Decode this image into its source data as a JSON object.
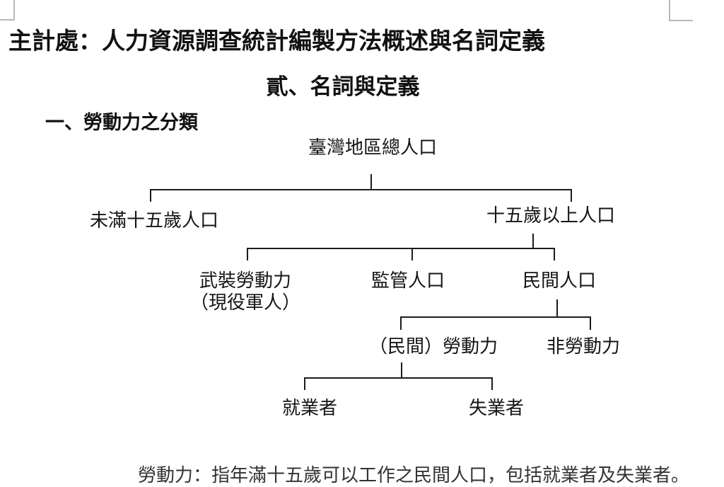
{
  "page": {
    "title": "主計處：人力資源調查統計編製方法概述與名詞定義",
    "subtitle": "貳、名詞與定義",
    "section_heading": "一、勞動力之分類"
  },
  "diagram": {
    "type": "tree",
    "nodes": [
      {
        "id": "total-population",
        "label": "臺灣地區總人口"
      },
      {
        "id": "under-15",
        "label": "未滿十五歲人口"
      },
      {
        "id": "over-15",
        "label": "十五歲以上人口"
      },
      {
        "id": "armed-forces",
        "label": "武裝勞動力",
        "label2": "（現役軍人）"
      },
      {
        "id": "institutional",
        "label": "監管人口"
      },
      {
        "id": "civilian",
        "label": "民間人口"
      },
      {
        "id": "labor-force",
        "label": "（民間）勞動力"
      },
      {
        "id": "non-labor-force",
        "label": "非勞動力"
      },
      {
        "id": "employed",
        "label": "就業者"
      },
      {
        "id": "unemployed",
        "label": "失業者"
      }
    ],
    "hierarchy": [
      {
        "parent": "臺灣地區總人口",
        "children": [
          "未滿十五歲人口",
          "十五歲以上人口"
        ]
      },
      {
        "parent": "十五歲以上人口",
        "children": [
          "武裝勞動力（現役軍人）",
          "監管人口",
          "民間人口"
        ]
      },
      {
        "parent": "民間人口",
        "children": [
          "（民間）勞動力",
          "非勞動力"
        ]
      },
      {
        "parent": "（民間）勞動力",
        "children": [
          "就業者",
          "失業者"
        ]
      }
    ]
  },
  "clipped_bottom_line": "勞動力：指年滿十五歲可以工作之民間人口，包括就業者及失業者。",
  "colors": {
    "background": "#ffffff",
    "text": "#111111",
    "connector_line": "#1c1c1c",
    "crop_mark": "#b8b8b8"
  }
}
